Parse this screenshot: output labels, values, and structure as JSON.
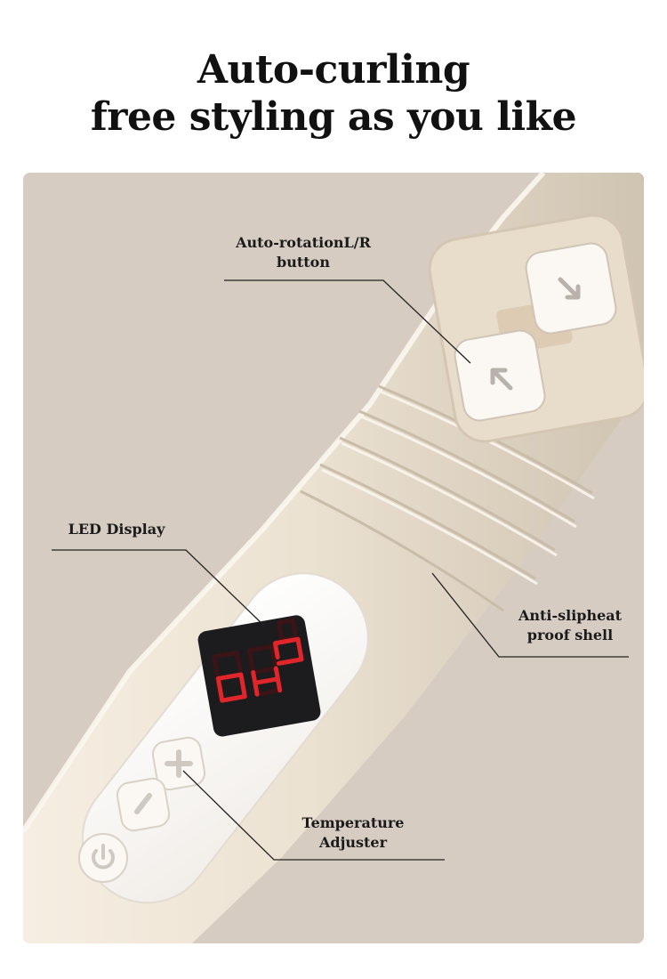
{
  "headline": {
    "line1": "Auto-curling",
    "line2": "free styling as you like"
  },
  "callouts": {
    "rotation_line1": "Auto-rotationL/R",
    "rotation_line2": "button",
    "led": "LED Display",
    "shell_line1": "Anti-slipheat",
    "shell_line2": "proof shell",
    "temp_line1": "Temperature",
    "temp_line2": "Adjuster"
  },
  "led_display": {
    "value": "0H"
  },
  "icons": [
    "arrow-right-down-icon",
    "arrow-left-up-icon",
    "plus-icon",
    "minus-icon",
    "power-icon"
  ],
  "colors": {
    "background": "#d6ccc2",
    "device_shell": "#ebe1d1",
    "led_segments": "#e0262a"
  }
}
